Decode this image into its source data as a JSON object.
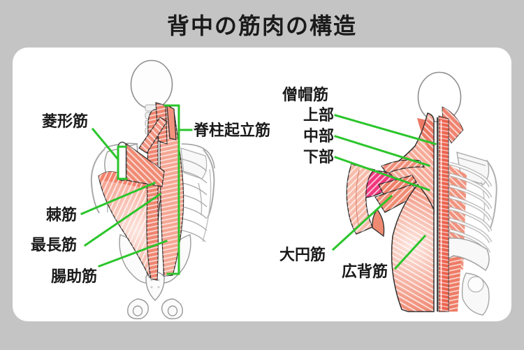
{
  "title": "背中の筋肉の構造",
  "annotations": {
    "left": {
      "rhomboid": "菱形筋",
      "erector_spinae": "脊柱起立筋",
      "spinalis": "棘筋",
      "longissimus": "最長筋",
      "iliocostalis": "腸助筋"
    },
    "right": {
      "trapezius": "僧帽筋",
      "trapezius_upper": "上部",
      "trapezius_middle": "中部",
      "trapezius_lower": "下部",
      "teres_major": "大円筋",
      "latissimus": "広背筋"
    }
  },
  "colors": {
    "background": "#c4c4c4",
    "card": "#ffffff",
    "text": "#1a1a1a",
    "pointer_green": "#2bc52b",
    "muscle_red": "#ef6d57",
    "muscle_salmon": "#f5a694",
    "muscle_magenta": "#f0377e",
    "bone_gray": "#9a9a9a",
    "outline_dark": "#2b2b2b"
  }
}
